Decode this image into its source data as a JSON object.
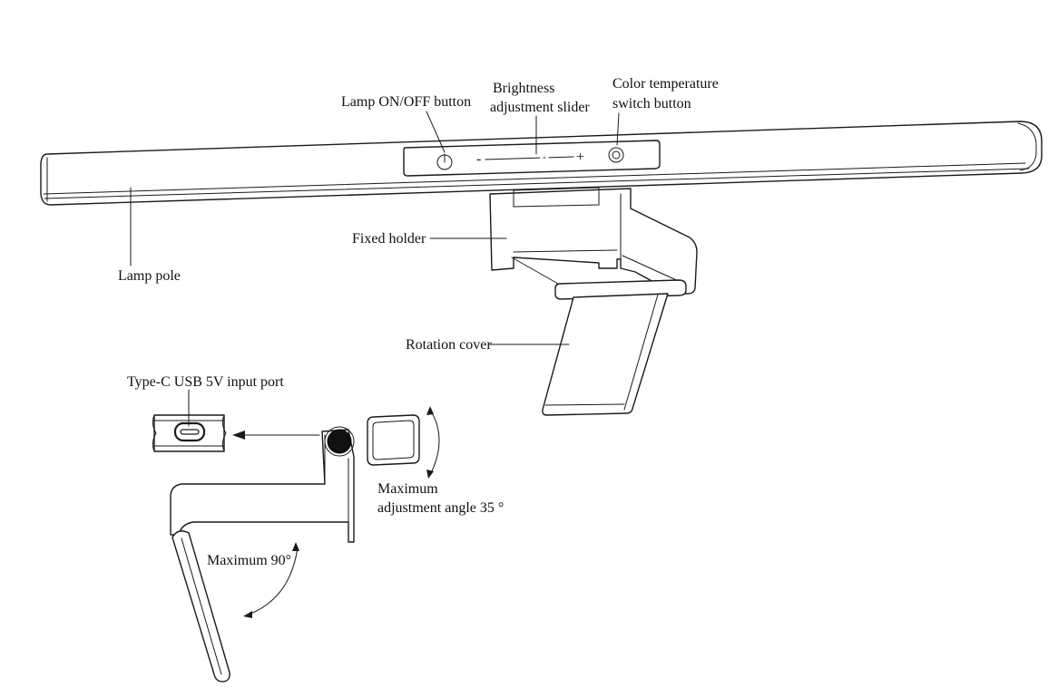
{
  "labels": {
    "lamp_switch": "Lamp ON/OFF button",
    "brightness_line1": "Brightness",
    "brightness_line2": "adjustment slider",
    "color_temp_line1": "Color temperature",
    "color_temp_line2": "switch button",
    "fixed_holder": "Fixed holder",
    "lamp_pole": "Lamp pole",
    "rotation_cover": "Rotation cover",
    "usb_port": "Type-C USB 5V input port",
    "max_angle_line1": "Maximum",
    "max_angle_line2": "adjustment angle 35 °",
    "max_90": "Maximum 90°"
  },
  "slider_signs": {
    "minus": "-",
    "plus": "+"
  },
  "icons": [
    "power-icon",
    "color-temperature-icon",
    "usb-c-port-icon"
  ],
  "colors": {
    "line": "#1a1a1a",
    "background": "#ffffff",
    "hinge": "#111111"
  }
}
